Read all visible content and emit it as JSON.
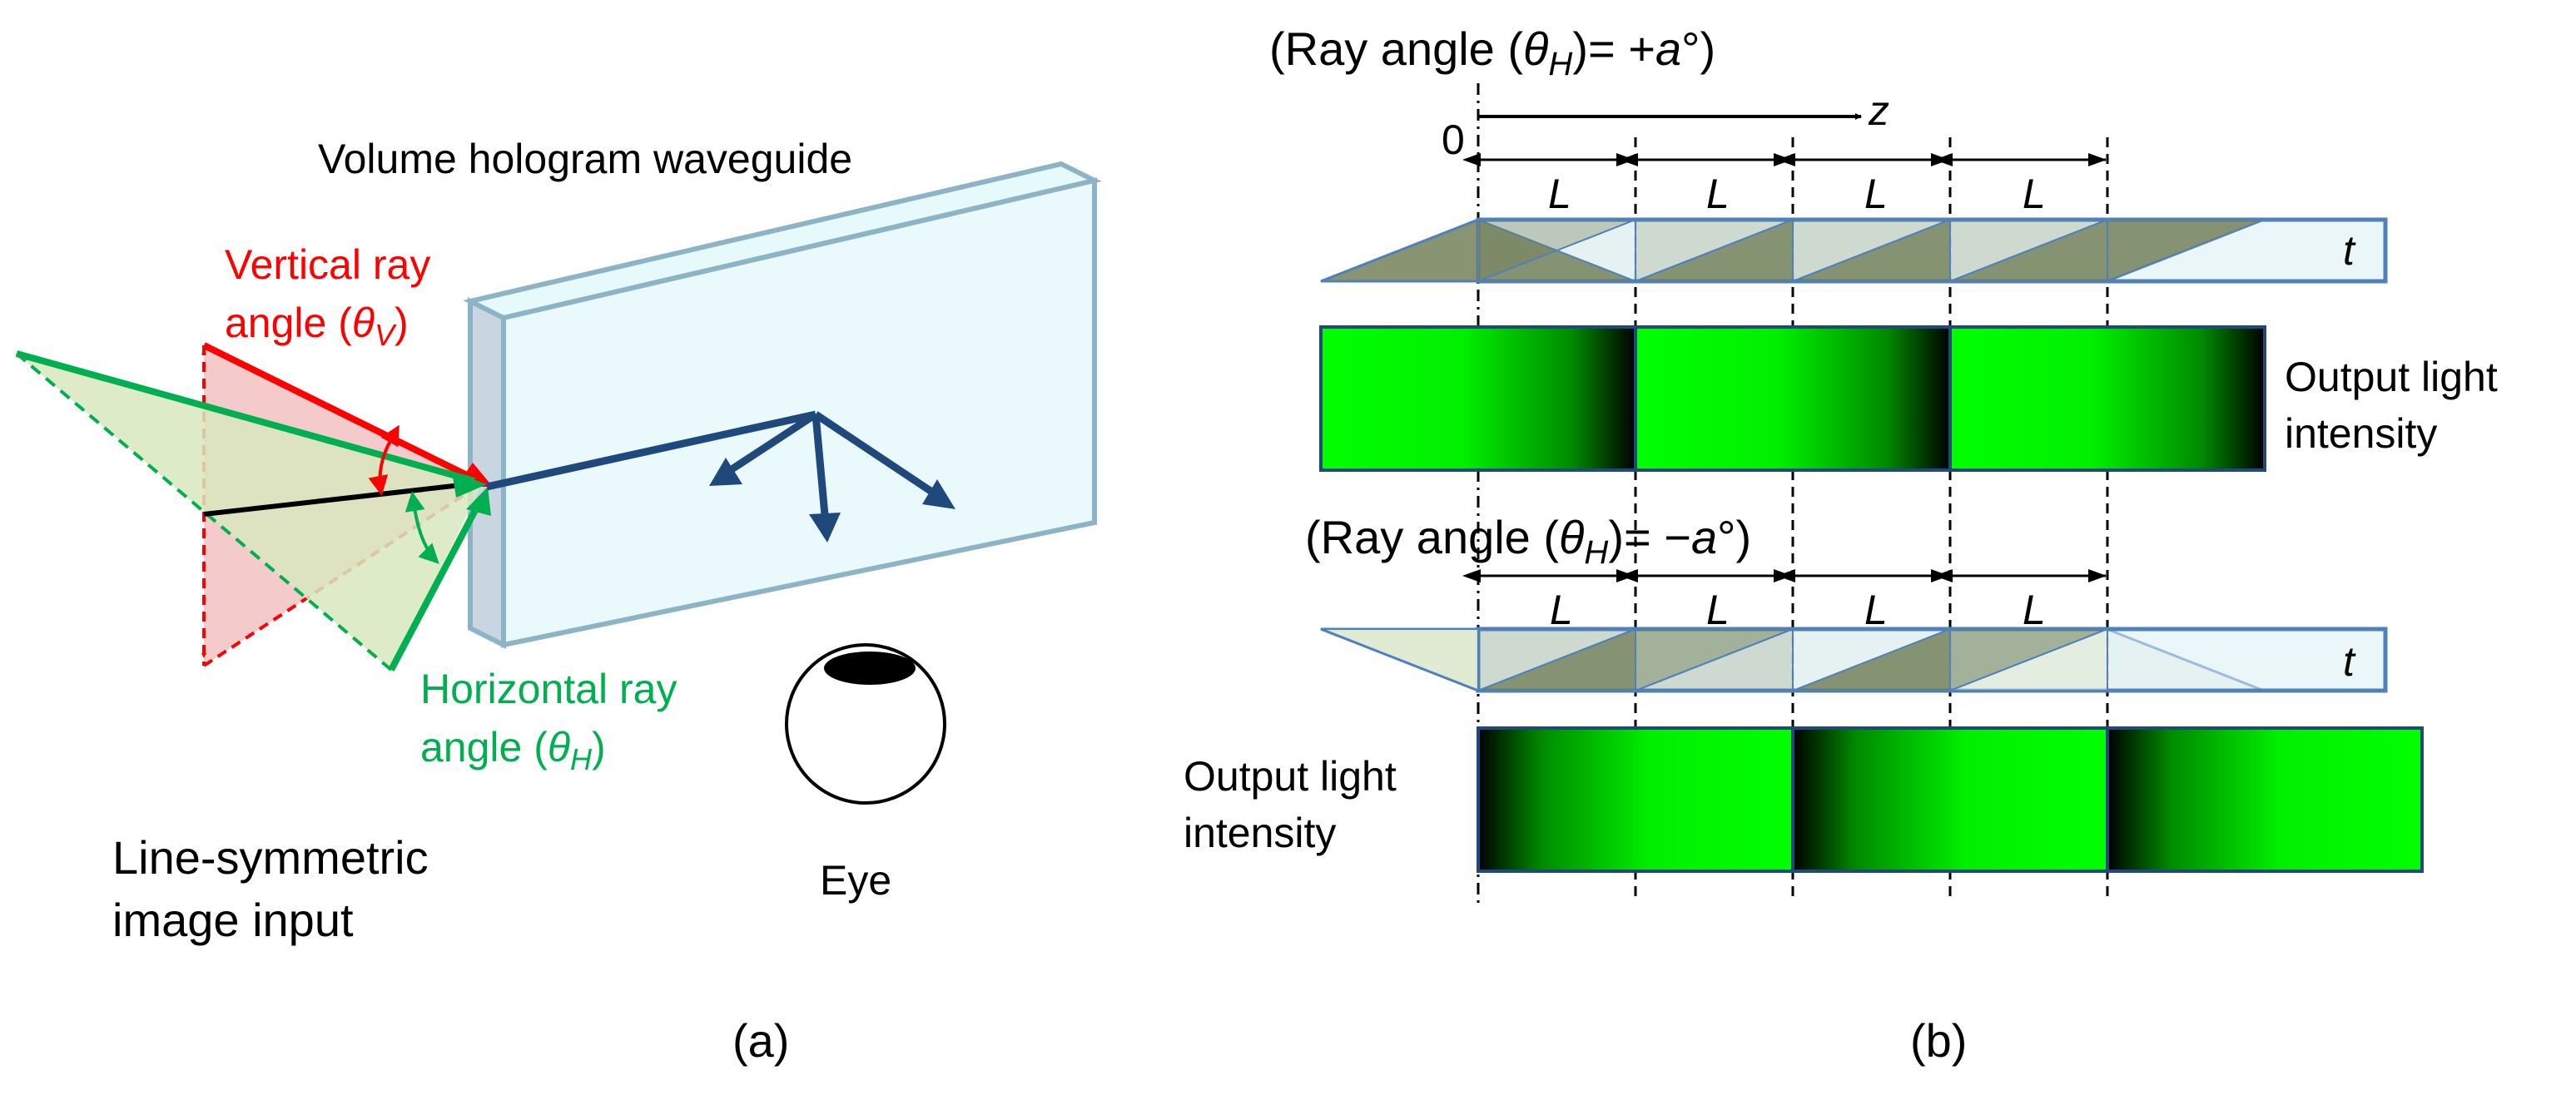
{
  "panel_a": {
    "caption": "(a)",
    "waveguide_label": "Volume hologram waveguide",
    "vertical_label_line1": "Vertical ray",
    "vertical_label_line2_prefix": "angle (",
    "vertical_symbol": "θ",
    "vertical_subscript": "V",
    "vertical_label_suffix": ")",
    "horizontal_label_line1": "Horizontal ray",
    "horizontal_label_line2_prefix": "angle (",
    "horizontal_symbol": "θ",
    "horizontal_subscript": "H",
    "horizontal_label_suffix": ")",
    "input_label_line1": "Line-symmetric",
    "input_label_line2": "image  input",
    "eye_label": "Eye"
  },
  "panel_b": {
    "caption": "(b)",
    "top": {
      "title_prefix": "(Ray angle (",
      "title_symbol": "θ",
      "title_subscript": "H",
      "title_eq": ")= +",
      "title_var": "a",
      "title_suffix": "°)",
      "origin_label": "0",
      "axis_label": "z",
      "segment_labels": [
        "L",
        "L",
        "L",
        "L"
      ],
      "thickness_label": "t",
      "output_label_line1": "Output light",
      "output_label_line2": "intensity"
    },
    "bottom": {
      "title_prefix": "(Ray angle (",
      "title_symbol": "θ",
      "title_subscript": "H",
      "title_eq": ")= −",
      "title_var": "a",
      "title_suffix": "°)",
      "segment_labels": [
        "L",
        "L",
        "L",
        "L"
      ],
      "thickness_label": "t",
      "output_label_line1": "Output light",
      "output_label_line2": "intensity"
    }
  },
  "colors": {
    "vertical_ray": "#ff0000",
    "horizontal_ray": "#00b050",
    "guided_ray": "#1f497d",
    "waveguide_fill": "#e9fbfd",
    "waveguide_edge": "#8db3c6",
    "strip_fill": "#dbeef4",
    "strip_edge": "#4f81bd",
    "dark_triangle": "#6e7b52",
    "output_green": "#00ff00"
  }
}
